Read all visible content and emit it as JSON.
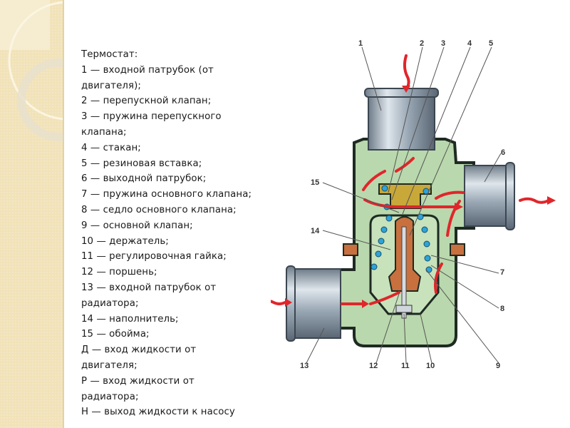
{
  "slide": {
    "title": "Термостат:",
    "lines": [
      "1 — входной патрубок (от",
      "двигателя);",
      "2 — перепускной клапан;",
      "3 — пружина перепускного",
      "клапана;",
      " 4 — стакан;",
      " 5 — резиновая вставка;",
      "6 — выходной патрубок;",
      "7 — пружина основного клапана;",
      " 8 — седло основного клапана;",
      "9 — основной клапан;",
      "10 — держатель;",
      "11 — регулировочная гайка;",
      " 12 — поршень;",
      "13 — входной патрубок от",
      "радиатора;",
      "14 — наполнитель;",
      "15 — обойма;",
      "Д — вход жидкости от",
      "двигателя;",
      "Р — вход жидкости от",
      "радиатора;",
      "Н — выход жидкости к насосу"
    ]
  },
  "diagram": {
    "callouts": [
      "1",
      "2",
      "3",
      "4",
      "5",
      "6",
      "7",
      "8",
      "9",
      "10",
      "11",
      "12",
      "13",
      "14",
      "15"
    ],
    "colors": {
      "housing": "#b9d8ad",
      "outline": "#1e2a22",
      "pipe": "#8f9fae",
      "flow_arrow": "#e0262b",
      "piston": "#c8703e",
      "valve_plate": "#c9a83a",
      "spring": "#2fa3d8"
    }
  }
}
